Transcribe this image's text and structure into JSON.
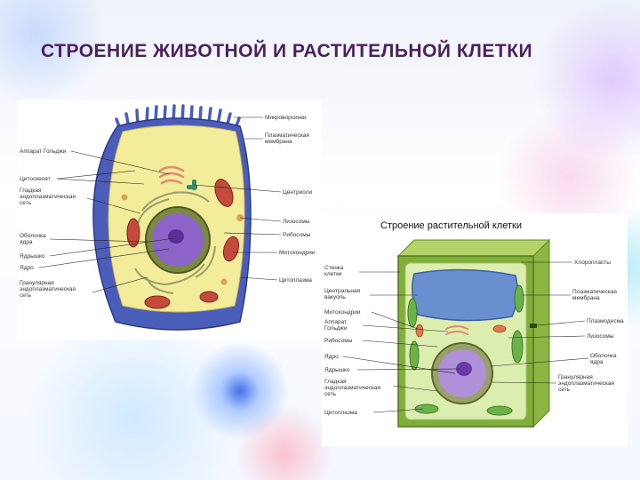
{
  "slide": {
    "title": "СТРОЕНИЕ ЖИВОТНОЙ И РАСТИТЕЛЬНОЙ КЛЕТКИ"
  },
  "animal_cell": {
    "labels_left": {
      "golgi": "Аппарат Гольджи",
      "cytoskeleton": "Цитоскелет",
      "smooth_er": [
        "Гладкая",
        "эндоплазматическая",
        "сеть"
      ],
      "nuclear_envelope": [
        "Оболочка",
        "ядра"
      ],
      "nucleolus": "Ядрышко",
      "nucleus": "Ядро",
      "rough_er": [
        "Гранулярная",
        "эндоплазматическая",
        "сеть"
      ]
    },
    "labels_right": {
      "microvilli": "Микроворсинки",
      "plasma_membrane": [
        "Плазматическая",
        "мембрана"
      ],
      "centrioles": "Центриоли",
      "lysosomes": "Лизосомы",
      "ribosomes": "Рибосомы",
      "mitochondria": "Митохондрии",
      "cytoplasm": "Цитоплазма"
    }
  },
  "plant_cell": {
    "title": "Строение растительной клетки",
    "labels_left": {
      "cell_wall": [
        "Стенка",
        "клетки"
      ],
      "vacuole": [
        "Центральная",
        "вакуоль"
      ],
      "mitochondria": "Митохондрии",
      "golgi": [
        "Аппарат",
        "Гольджи"
      ],
      "ribosomes": "Рибосомы",
      "nucleus": "Ядро",
      "nucleolus": "Ядрышко",
      "smooth_er": [
        "Гладкая",
        "эндоплазматическая",
        "сеть"
      ],
      "cytoplasm": "Цитоплазма"
    },
    "labels_right": {
      "chloroplasts": "Хлоропласты",
      "plasma_membrane": [
        "Плазматическая",
        "мембрана"
      ],
      "plasmodesma": "Плазмодесма",
      "lysosomes": "Лизосомы",
      "nuclear_envelope": [
        "Оболочка",
        "ядра"
      ],
      "rough_er": [
        "Гранулярная",
        "эндоплазматическая",
        "сеть"
      ]
    }
  },
  "colors": {
    "title": "#4d1f5e",
    "animal_outer": "#4a5db8",
    "cytoplasm": "#f3ec9a",
    "nucleus": "#8c64c8",
    "mitochondria": "#c44a3c",
    "cell_wall": "#7fae3a",
    "chloroplast": "#6cb24a",
    "vacuole": "#6a8fd0"
  }
}
